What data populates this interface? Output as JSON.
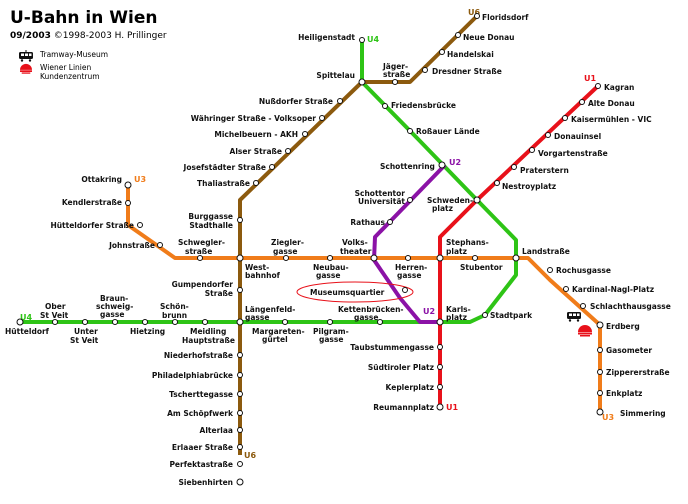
{
  "header": {
    "title": "U-Bahn in Wien",
    "date": "09/2003",
    "copyright": "©1998-2003 H. Prillinger"
  },
  "legend": {
    "tram_museum": "Tramway-Museum",
    "customer_center_line1": "Wiener Linien",
    "customer_center_line2": "Kundenzentrum"
  },
  "lines": {
    "U1": {
      "label": "U1",
      "color": "#e8111a"
    },
    "U2": {
      "label": "U2",
      "color": "#8b12a6"
    },
    "U3": {
      "label": "U3",
      "color": "#f07c1a"
    },
    "U4": {
      "label": "U4",
      "color": "#2ec416"
    },
    "U6": {
      "label": "U6",
      "color": "#8c5a0e"
    }
  },
  "stations": {
    "floridsdorf": "Floridsdorf",
    "neue_donau": "Neue Donau",
    "handelskai": "Handelskai",
    "dresdner_strasse": "Dresdner Straße",
    "jaegerstrasse_1": "Jäger-",
    "jaegerstrasse_2": "straße",
    "heiligenstadt": "Heiligenstadt",
    "spittelau": "Spittelau",
    "friedensbruecke": "Friedensbrücke",
    "rossauer_laende": "Roßauer Lände",
    "nussdorfer_strasse": "Nußdorfer Straße",
    "waehringer_strasse": "Währinger Straße - Volksoper",
    "michelbeuern": "Michelbeuern - AKH",
    "alser_strasse": "Alser Straße",
    "josefstaedter_strasse": "Josefstädter Straße",
    "thaliastrasse": "Thaliastraße",
    "burggasse_1": "Burggasse",
    "burggasse_2": "Stadthalle",
    "kagran": "Kagran",
    "alte_donau": "Alte Donau",
    "kaisermuehlen": "Kaisermühlen - VIC",
    "donauinsel": "Donauinsel",
    "vorgartenstrasse": "Vorgartenstraße",
    "praterstern": "Praterstern",
    "nestroyplatz": "Nestroyplatz",
    "schwedenplatz_1": "Schweden-",
    "schwedenplatz_2": "platz",
    "schottenring": "Schottenring",
    "schottentor_1": "Schottentor",
    "schottentor_2": "Universität",
    "rathaus": "Rathaus",
    "volkstheater_1": "Volks-",
    "volkstheater_2": "theater",
    "stephansplatz_1": "Stephans-",
    "stephansplatz_2": "platz",
    "landstrasse": "Landstraße",
    "stubentor": "Stubentor",
    "rochusgasse": "Rochusgasse",
    "kardinal_nagl_platz": "Kardinal-Nagl-Platz",
    "schlachthausgasse": "Schlachthausgasse",
    "erdberg": "Erdberg",
    "gasometer": "Gasometer",
    "zippererstrasse": "Zippererstraße",
    "enkplatz": "Enkplatz",
    "simmering": "Simmering",
    "ottakring": "Ottakring",
    "kendlerstrasse": "Kendlerstraße",
    "huetteldorfer_strasse": "Hütteldorfer Straße",
    "johnstrasse": "Johnstraße",
    "schweglerstrasse_1": "Schwegler-",
    "schweglerstrasse_2": "straße",
    "westbahnhof_1": "West-",
    "westbahnhof_2": "bahnhof",
    "zieglergasse_1": "Ziegler-",
    "zieglergasse_2": "gasse",
    "neubaugasse_1": "Neubau-",
    "neubaugasse_2": "gasse",
    "herrengasse_1": "Herren-",
    "herrengasse_2": "gasse",
    "museumsquartier": "Museumsquartier",
    "kettenbrueckengasse_1": "Kettenbrücken-",
    "kettenbrueckengasse_2": "gasse",
    "karlsplatz_1": "Karls-",
    "karlsplatz_2": "platz",
    "stadtpark": "Stadtpark",
    "gumpendorfer_1": "Gumpendorfer",
    "gumpendorfer_2": "Straße",
    "laengenfeldgasse_1": "Längenfeld-",
    "laengenfeldgasse_2": "gasse",
    "margaretenguertel_1": "Margareten-",
    "margaretenguertel_2": "gürtel",
    "pilgramgasse_1": "Pilgram-",
    "pilgramgasse_2": "gasse",
    "huetteldorf": "Hütteldorf",
    "ober_st_veit_1": "Ober",
    "ober_st_veit_2": "St Veit",
    "unter_st_veit_1": "Unter",
    "unter_st_veit_2": "St Veit",
    "braunschweiggasse_1": "Braun-",
    "braunschweiggasse_2": "schweig-",
    "braunschweiggasse_3": "gasse",
    "hietzing": "Hietzing",
    "schoenbrunn_1": "Schön-",
    "schoenbrunn_2": "brunn",
    "meidling_1": "Meidling",
    "meidling_2": "Hauptstraße",
    "niederhofstrasse": "Niederhofstraße",
    "philadelphiabruecke": "Philadelphiabrücke",
    "tscherttegasse": "Tscherttegasse",
    "am_schoepfwerk": "Am Schöpfwerk",
    "alterlaa": "Alterlaa",
    "erlaaer_strasse": "Erlaaer Straße",
    "perfektastrasse": "Perfektastraße",
    "siebenhirten": "Siebenhirten",
    "taubstummengasse": "Taubstummengasse",
    "suedtiroler_platz": "Südtiroler Platz",
    "keplerplatz": "Keplerplatz",
    "reumannplatz": "Reumannplatz"
  }
}
